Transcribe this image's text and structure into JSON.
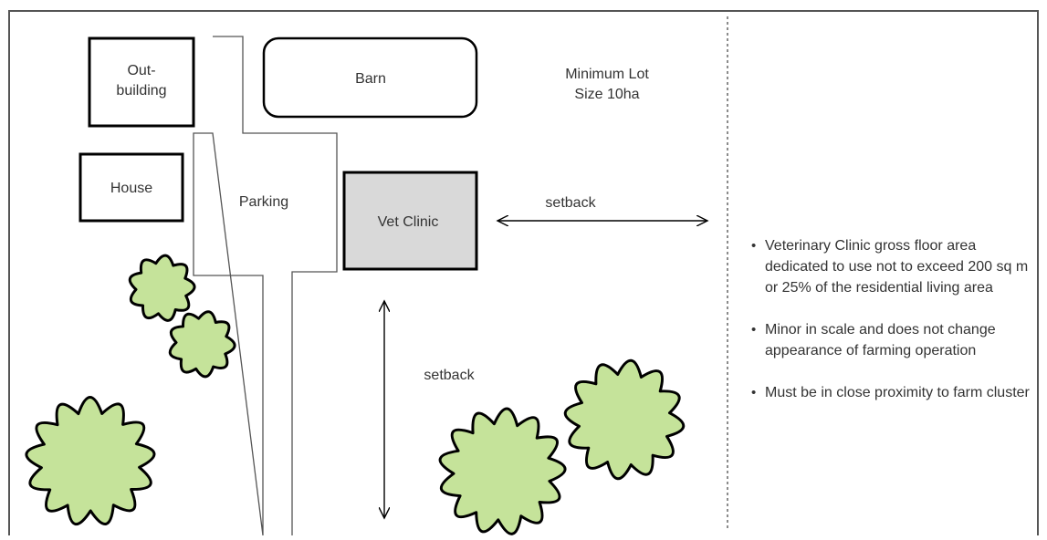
{
  "labels": {
    "outbuilding": "Out-\nbuilding",
    "barn": "Barn",
    "lot_size": "Minimum Lot\nSize 10ha",
    "house": "House",
    "parking": "Parking",
    "vet_clinic": "Vet Clinic",
    "setback_horizontal": "setback",
    "setback_vertical": "setback"
  },
  "notes": [
    "Veterinary Clinic gross floor area dedicated to use not to exceed 200 sq m or 25% of the residential living area",
    "Minor in scale and does not change appearance of farming operation",
    "Must be in close proximity to farm cluster"
  ],
  "colors": {
    "tree_fill": "#c5e39a",
    "clinic_fill": "#d9d9d9",
    "outline": "#000000",
    "text": "#333333"
  }
}
